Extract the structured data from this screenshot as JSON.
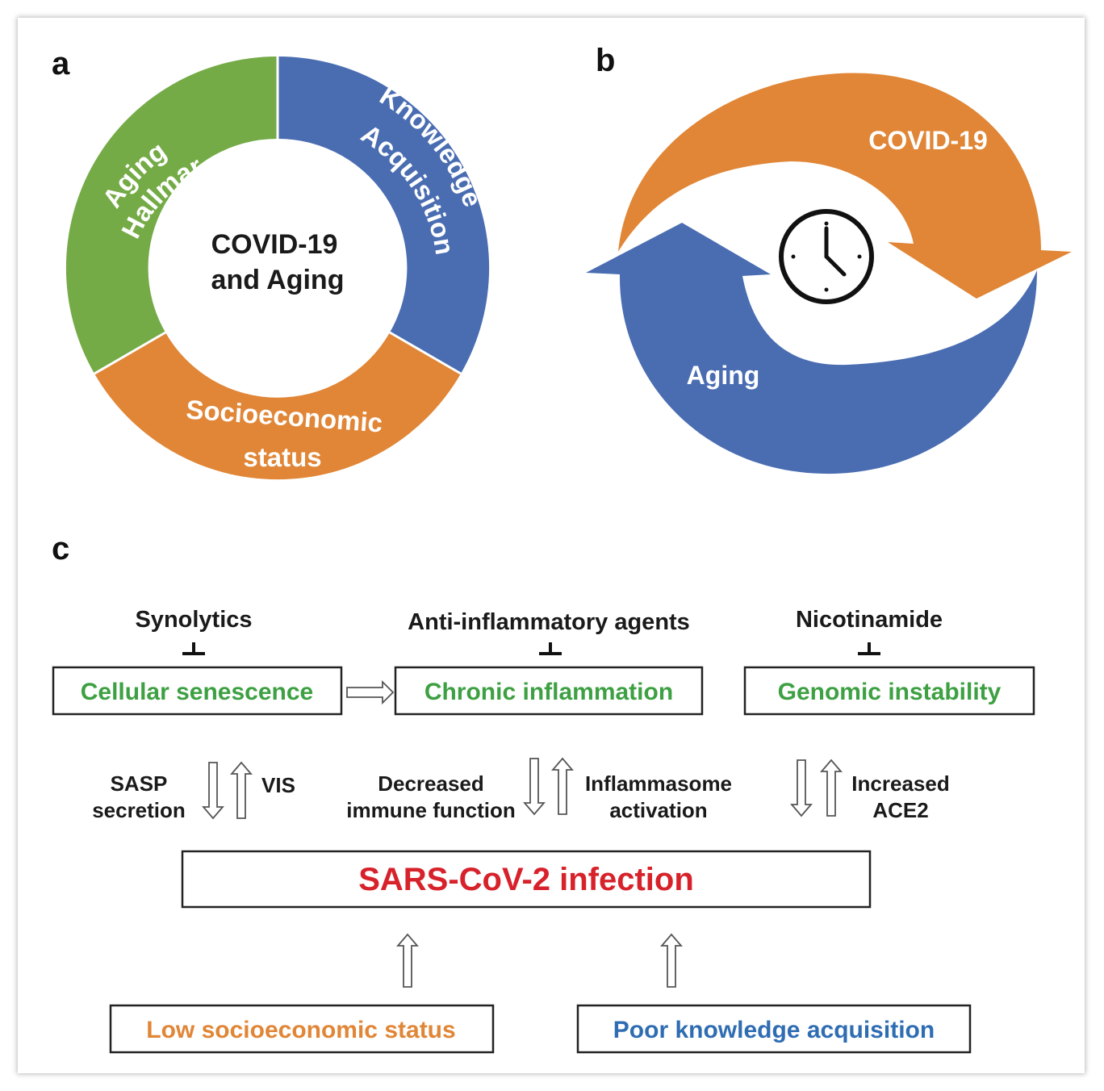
{
  "colors": {
    "green": "#74ab46",
    "blue": "#4a6db2",
    "orange": "#e08636",
    "red": "#d7222b",
    "text_green": "#3da042",
    "text_orange": "#e08636",
    "text_blue": "#2f6db3"
  },
  "panel_a": {
    "label": "a",
    "center_line1": "COVID-19",
    "center_line2": "and Aging",
    "segments": {
      "aging_hallmarks": {
        "line1": "Aging",
        "line2": "Hallmarks"
      },
      "knowledge_acquisition": {
        "line1": "Knowledge",
        "line2": "Acquisition"
      },
      "socioeconomic_status": {
        "line1": "Socioeconomic",
        "line2": "status"
      }
    }
  },
  "panel_b": {
    "label": "b",
    "top_arrow": "COVID-19",
    "bottom_arrow": "Aging",
    "center_icon": "clock-icon"
  },
  "panel_c": {
    "label": "c",
    "agents": {
      "synolytics": "Synolytics",
      "anti_inflammatory": "Anti-inflammatory agents",
      "nicotinamide": "Nicotinamide"
    },
    "boxes": {
      "cellular_senescence": "Cellular senescence",
      "chronic_inflammation": "Chronic inflammation",
      "genomic_instability": "Genomic instability",
      "sars_cov2": "SARS-CoV-2 infection",
      "low_ses": "Low socioeconomic status",
      "poor_knowledge": "Poor knowledge acquisition"
    },
    "mechanisms": {
      "sasp_1": "SASP",
      "sasp_2": "secretion",
      "vis": "VIS",
      "decreased_1": "Decreased",
      "decreased_2": "immune function",
      "inflammasome_1": "Inflammasome",
      "inflammasome_2": "activation",
      "increased_1": "Increased",
      "increased_2": "ACE2"
    }
  }
}
